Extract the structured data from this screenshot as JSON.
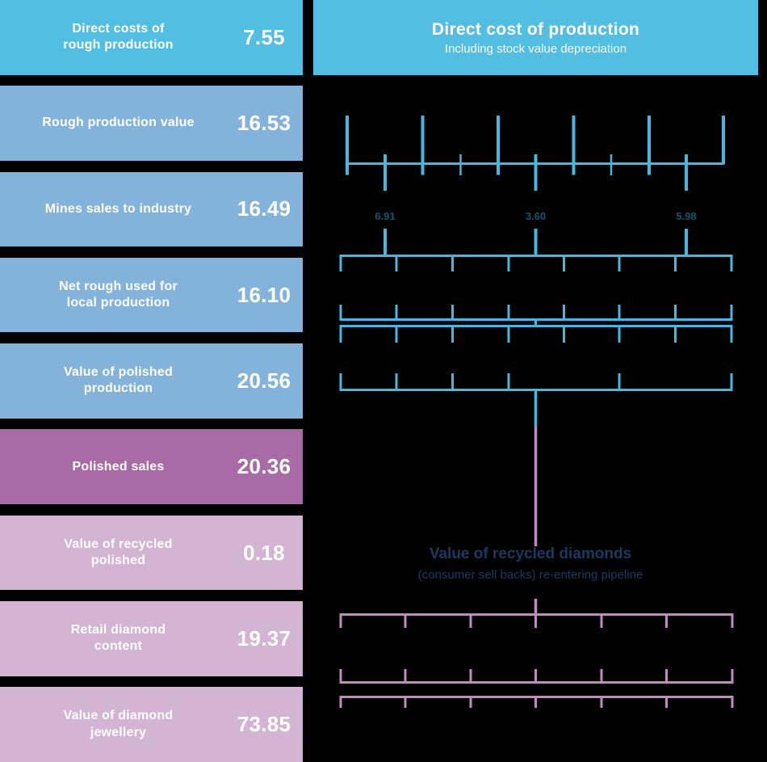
{
  "palette": {
    "background": "#000000",
    "box_cyan": "#52bee2",
    "box_blue": "#83b3da",
    "box_purple": "#a86ba5",
    "box_pink": "#d3b4d3",
    "line_cyan": "#45b8e0",
    "line_purple": "#c18bc0",
    "num_teal": "#14566f",
    "navy": "#1a3a62",
    "text_white": "#ffffff"
  },
  "left_rows": [
    {
      "label": "Direct costs of\nrough production",
      "value": "7.55"
    },
    {
      "label": "Rough production value",
      "value": "16.53"
    },
    {
      "label": "Mines sales to industry",
      "value": "16.49"
    },
    {
      "label": "Net rough used for\nlocal production",
      "value": "16.10"
    },
    {
      "label": "Value of polished\nproduction",
      "value": "20.56"
    },
    {
      "label": "Polished sales",
      "value": "20.36"
    },
    {
      "label": "Value of recycled\npolished",
      "value": "0.18"
    },
    {
      "label": "Retail diamond\ncontent",
      "value": "19.37"
    },
    {
      "label": "Value of diamond\njewellery",
      "value": "73.85"
    }
  ],
  "right_header": {
    "title": "Direct cost of production",
    "subtitle": "Including stock value depreciation"
  },
  "pipeline": {
    "cost_values": [
      "6.91",
      "3.60",
      "5.98"
    ]
  },
  "recycled_note": {
    "title": "Value of recycled diamonds",
    "subtitle": "(consumer sell backs) re-entering pipeline"
  },
  "chart_data": {
    "type": "table",
    "categories": [
      "Direct costs of rough production",
      "Rough production value",
      "Mines sales to industry",
      "Net rough used for local production",
      "Value of polished production",
      "Polished sales",
      "Value of recycled polished",
      "Retail diamond content",
      "Value of diamond jewellery"
    ],
    "values": [
      7.55,
      16.53,
      16.49,
      16.1,
      20.56,
      20.36,
      0.18,
      19.37,
      73.85
    ],
    "annotations": {
      "direct_cost_of_production": {
        "title": "Direct cost of production",
        "subtitle": "Including stock value depreciation",
        "segment_values": [
          6.91,
          3.6,
          5.98
        ]
      },
      "recycled_diamonds": {
        "title": "Value of recycled diamonds",
        "subtitle": "(consumer sell backs) re-entering pipeline"
      }
    },
    "grid": false,
    "legend_position": "none"
  }
}
